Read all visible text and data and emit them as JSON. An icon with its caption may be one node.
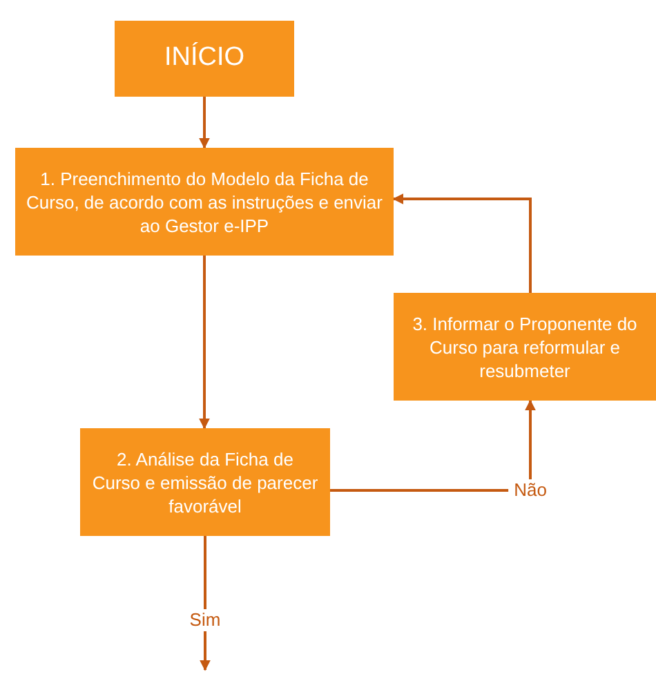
{
  "diagram": {
    "nodes": [
      {
        "text": [
          "INÍCIO"
        ]
      },
      {
        "text": [
          "1. Preenchimento do Modelo da Ficha de Curso, de acordo com as instruções e enviar ao Gestor e-IPP"
        ]
      },
      {
        "text": [
          "2. Análise da Ficha de Curso e emissão de parecer favorável"
        ]
      },
      {
        "text": [
          "3. Informar o Proponente do Curso para reformular e resubmeter"
        ]
      }
    ],
    "edges": [
      {
        "from": 0,
        "to": 1,
        "arrow": "to"
      },
      {
        "from": 1,
        "to": 2,
        "arrow": "to"
      },
      {
        "from": 2,
        "to": 3,
        "arrow": "to",
        "label": "Não"
      },
      {
        "from": 3,
        "to": 1,
        "arrow": "to"
      },
      {
        "from": 2,
        "to": null,
        "arrow": "to",
        "label": "Sim"
      }
    ]
  }
}
